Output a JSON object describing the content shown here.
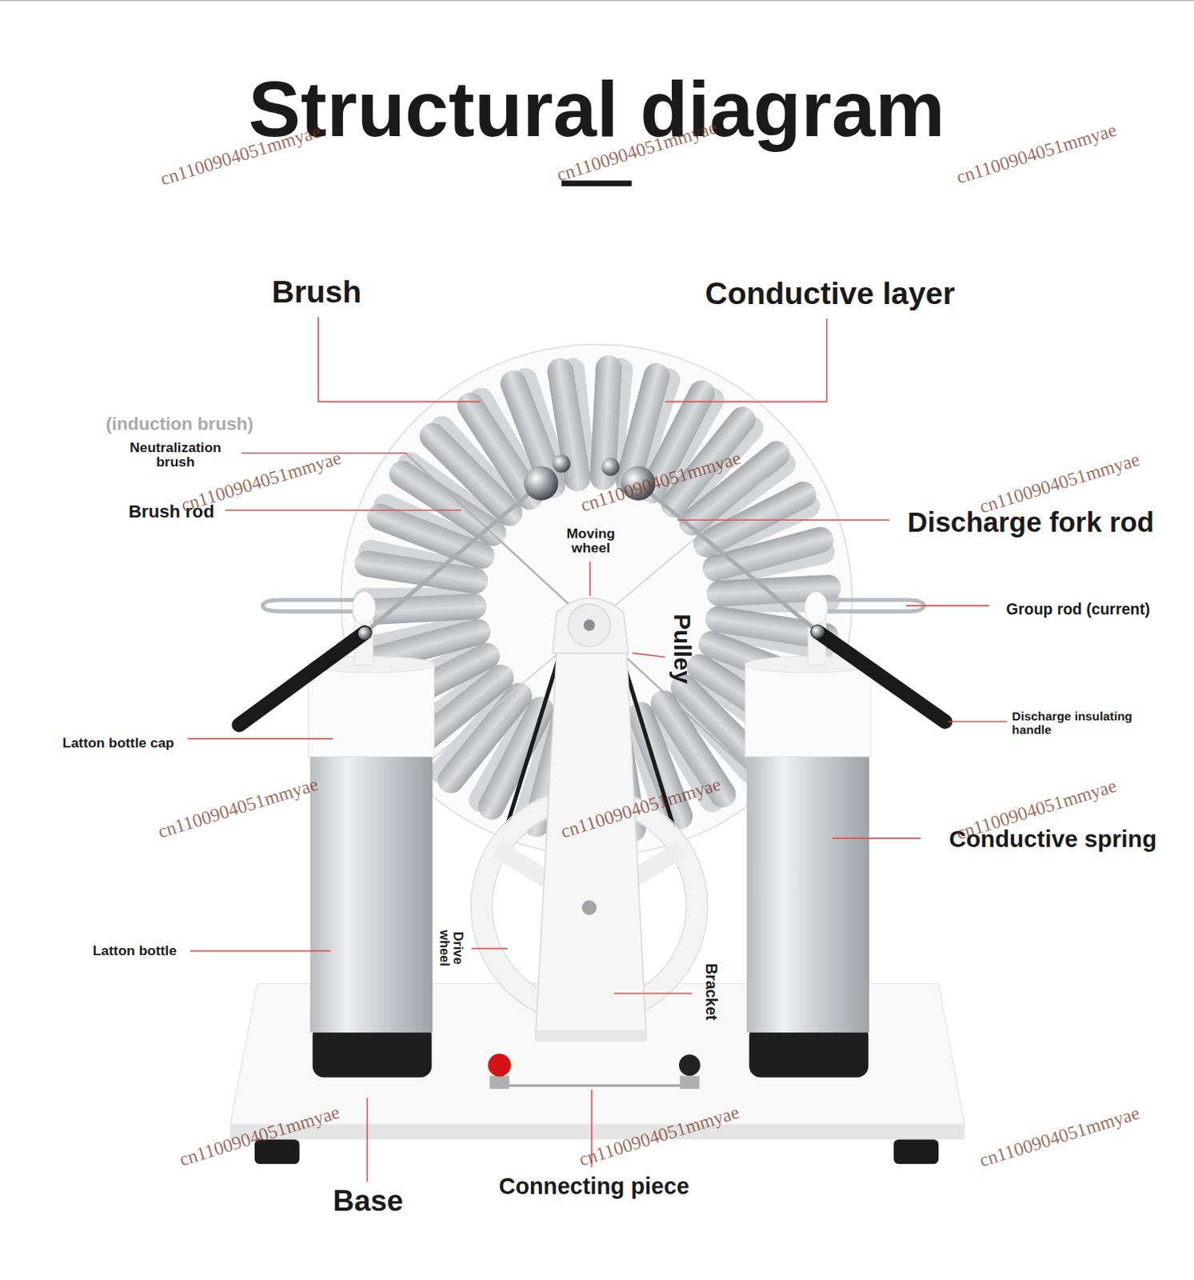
{
  "diagram": {
    "title": "Structural diagram",
    "labels": [
      "Brush",
      "Conductive layer",
      "(induction brush)",
      "Neutralization brush",
      "Brush rod",
      "Moving wheel",
      "Discharge fork rod",
      "Pulley",
      "Group rod (current)",
      "Latton bottle cap",
      "Discharge insulating handle",
      "Conductive spring",
      "Drive wheel",
      "Latton bottle",
      "Bracket",
      "Base",
      "Connecting piece",
      "cn1100904051mmyae",
      "cn1100904051mmyae",
      "cn1100904051mmyae",
      "cn1100904051mmyae",
      "cn1100904051mmyae",
      "cn1100904051mmyae",
      "cn1100904051mmyae",
      "cn1100904051mmyae",
      "cn1100904051mmyae",
      "cn1100904051mmyae",
      "cn1100904051mmyae",
      "cn1100904051mmyae"
    ]
  }
}
